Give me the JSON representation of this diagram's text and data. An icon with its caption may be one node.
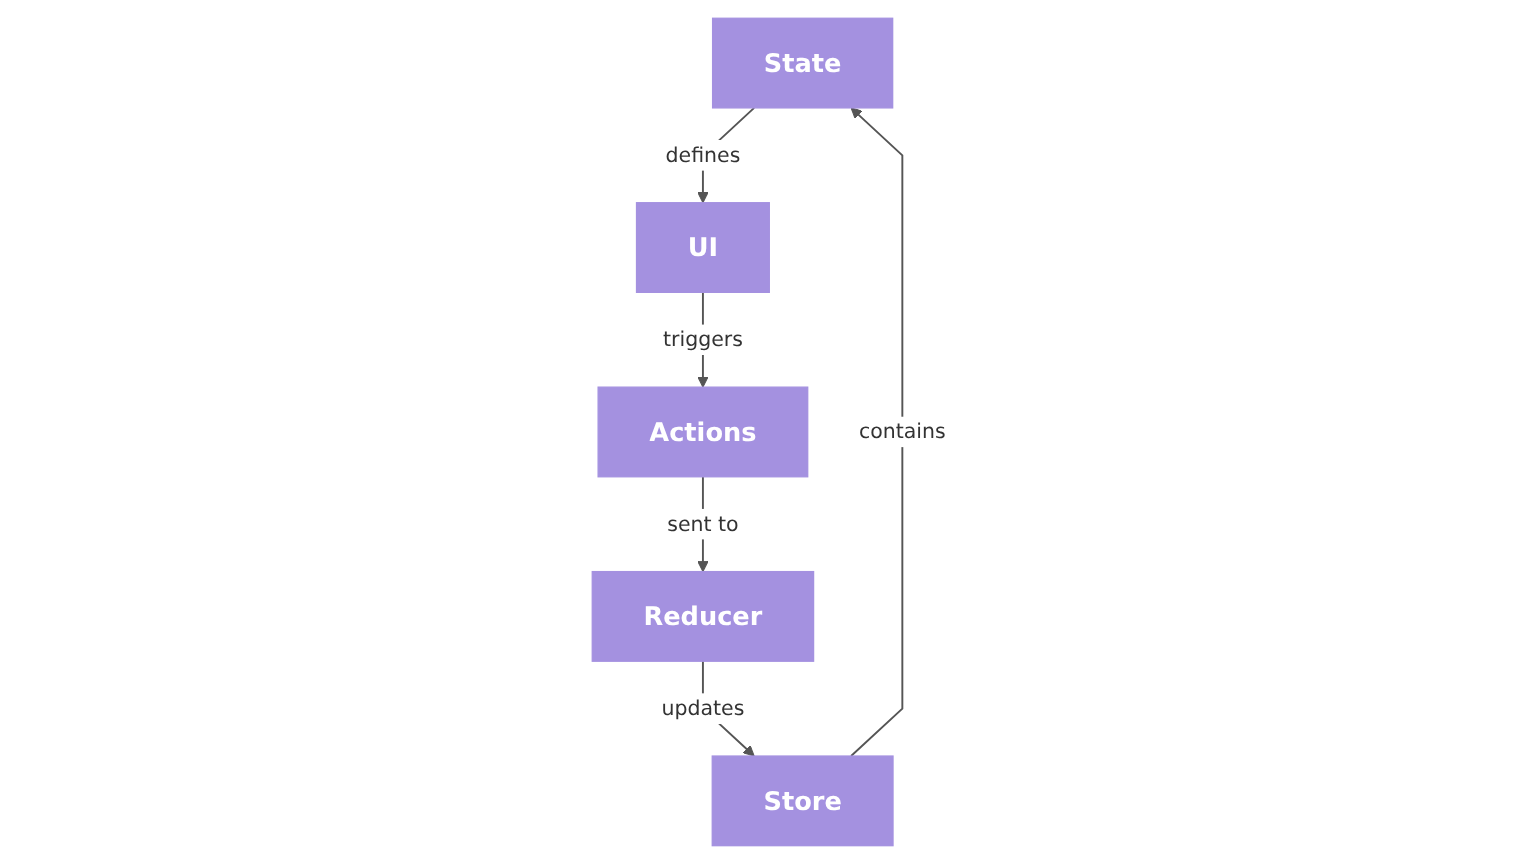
{
  "diagram": {
    "nodes": [
      {
        "text": [
          "State"
        ]
      },
      {
        "text": [
          "UI"
        ]
      },
      {
        "text": [
          "Actions"
        ]
      },
      {
        "text": [
          "Reducer"
        ]
      },
      {
        "text": [
          "Store"
        ]
      }
    ],
    "edges": [
      {
        "from": 0,
        "to": 1,
        "arrow": "to",
        "label": "defines"
      },
      {
        "from": 1,
        "to": 2,
        "arrow": "to",
        "label": "triggers"
      },
      {
        "from": 2,
        "to": 3,
        "arrow": "to",
        "label": "sent to"
      },
      {
        "from": 3,
        "to": 4,
        "arrow": "to",
        "label": "updates"
      },
      {
        "from": 4,
        "to": 0,
        "arrow": "to",
        "label": "contains"
      }
    ]
  }
}
